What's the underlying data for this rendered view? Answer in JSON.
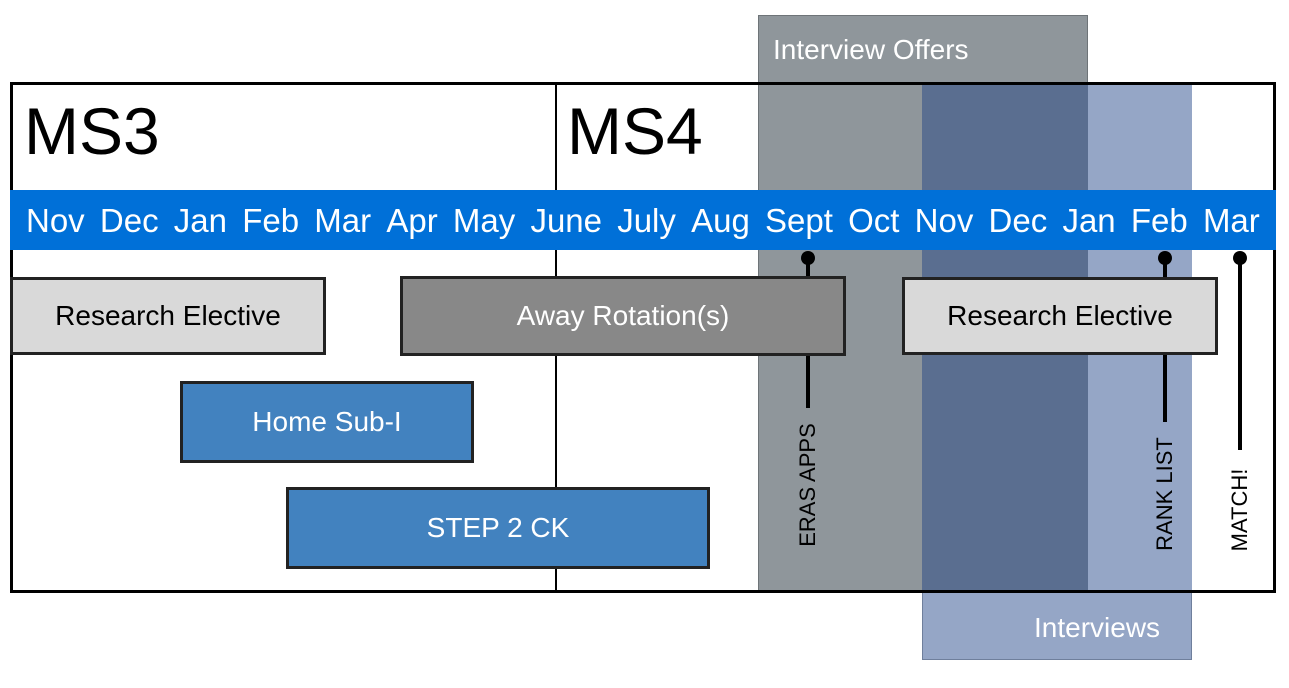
{
  "phases": {
    "ms3": "MS3",
    "ms4": "MS4"
  },
  "months": [
    "Nov",
    "Dec",
    "Jan",
    "Feb",
    "Mar",
    "Apr",
    "May",
    "June",
    "July",
    "Aug",
    "Sept",
    "Oct",
    "Nov",
    "Dec",
    "Jan",
    "Feb",
    "Mar"
  ],
  "bands": {
    "interview_offers": "Interview Offers",
    "interviews": "Interviews"
  },
  "blocks": {
    "research_elective_ms3": "Research Elective",
    "away_rotations": "Away Rotation(s)",
    "research_elective_ms4": "Research Elective",
    "home_subi": "Home Sub-I",
    "step2ck": "STEP 2 CK"
  },
  "milestones": {
    "eras_apps": "ERAS  APPS",
    "rank_list": "RANK LIST",
    "match": "MATCH!"
  },
  "colors": {
    "month_bar": "#0070d8",
    "interview_offers_band": "#8f969b",
    "interviews_band": "#95a6c6",
    "band_overlap": "#5a6e90",
    "research_block": "#d9d9d9",
    "away_block": "#888888",
    "home_block": "#4282bf"
  }
}
